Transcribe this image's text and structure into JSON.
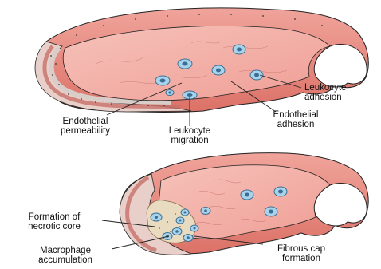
{
  "figure": {
    "top_panel": {
      "labels": {
        "leukocyte_adhesion": [
          "Leukocyte",
          "adhesion"
        ],
        "endothelial_adhesion": [
          "Endothelial",
          "adhesion"
        ],
        "endothelial_permeability": [
          "Endothelial",
          "permeability"
        ],
        "leukocyte_migration": [
          "Leukocyte",
          "migration"
        ]
      }
    },
    "bottom_panel": {
      "labels": {
        "necrotic_core": [
          "Formation of",
          "necrotic core"
        ],
        "macrophage_accumulation": [
          "Macrophage",
          "accumulation"
        ],
        "fibrous_cap": [
          "Fibrous cap",
          "formation"
        ]
      }
    },
    "colors": {
      "outer_wall": "#e88c84",
      "lumen": "#f3b1a8",
      "media_band": "#f2dbd6",
      "adventitia": "#d9d1cf",
      "cell_fill": "#a9d3ea",
      "cell_outline": "#3a6f95",
      "necrotic_core": "#e9dbc0",
      "line": "#222222"
    }
  }
}
